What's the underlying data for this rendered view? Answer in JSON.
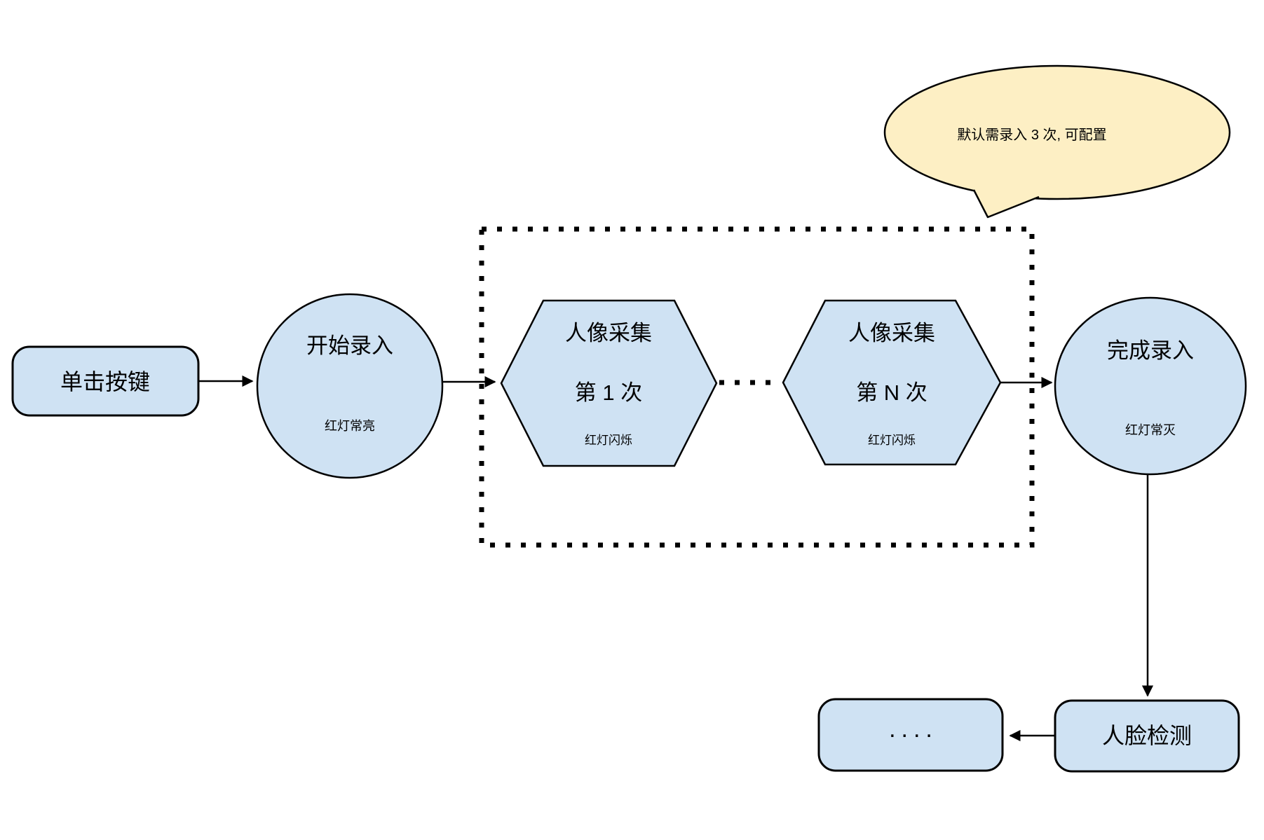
{
  "diagram": {
    "title_hint": "face-enrollment-flowchart",
    "colors": {
      "node_fill": "#cfe2f3",
      "bubble_fill": "#fdefc4",
      "stroke": "#000000"
    },
    "bubble": {
      "text": "默认需录入 3 次, 可配置"
    },
    "nodes": {
      "click_button": {
        "label": "单击按键"
      },
      "start_record": {
        "label": "开始录入",
        "sub": "红灯常亮"
      },
      "capture_first": {
        "label": "人像采集",
        "line2": "第 1 次",
        "sub": "红灯闪烁"
      },
      "capture_nth": {
        "label": "人像采集",
        "line2": "第 N 次",
        "sub": "红灯闪烁"
      },
      "finish_record": {
        "label": "完成录入",
        "sub": "红灯常灭"
      },
      "face_detect": {
        "label": "人脸检测"
      },
      "more": {
        "label": "...."
      }
    }
  }
}
